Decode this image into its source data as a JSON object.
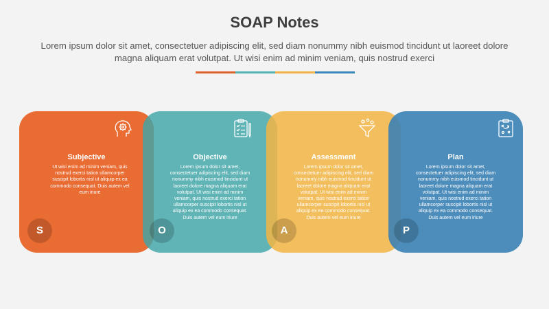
{
  "header": {
    "title": "SOAP Notes",
    "subtitle": "Lorem ipsum dolor sit amet, consectetuer adipiscing elit, sed diam nonummy nibh euismod tincidunt ut laoreet dolore magna aliquam erat volutpat. Ut wisi enim ad minim veniam, quis nostrud exerci",
    "accent_colors": [
      "#e0612d",
      "#4fb3b4",
      "#f0b344",
      "#3a86b8"
    ]
  },
  "cards": [
    {
      "heading": "Subjective",
      "letter": "S",
      "icon": "head-gear-icon",
      "color": "#e8692e",
      "body": "Ut wisi enim ad minim veniam, quis nostrud exerci tation ullamcorper suscipit lobortis nisl ut aliquip ex ea commodo consequat. Duis autem vel eum iriure"
    },
    {
      "heading": "Objective",
      "letter": "O",
      "icon": "checklist-icon",
      "color": "#3fa6a8",
      "body": "Lorem ipsum dolor sit amet, consectetuer adipiscing elit, sed diam nonummy nibh euismod tincidunt ut laoreet dolore magna aliquam erat volutpat. Ut wisi enim ad minim veniam, quis nostrud exerci tation ullamcorper suscipit lobortis nisl ut aliquip ex ea commodo consequat. Duis autem vel eum iriure"
    },
    {
      "heading": "Assessment",
      "letter": "A",
      "icon": "funnel-icon",
      "color": "#f2b544",
      "body": "Lorem ipsum dolor sit amet, consectetuer adipiscing elit, sed diam nonummy nibh euismod tincidunt ut laoreet dolore magna aliquam erat volutpat. Ut wisi enim ad minim veniam, quis nostrud exerci tation ullamcorper suscipit lobortis nisl ut aliquip ex ea commodo consequat. Duis autem vel eum iriure"
    },
    {
      "heading": "Plan",
      "letter": "P",
      "icon": "strategy-clipboard-icon",
      "color": "#3b82b5",
      "body": "Lorem ipsum dolor sit amet, consectetuer adipiscing elit, sed diam nonummy nibh euismod tincidunt ut laoreet dolore magna aliquam erat volutpat. Ut wisi enim ad minim veniam, quis nostrud exerci tation ullamcorper suscipit lobortis nisl ut aliquip ex ea commodo consequat. Duis autem vel eum iriure"
    }
  ]
}
